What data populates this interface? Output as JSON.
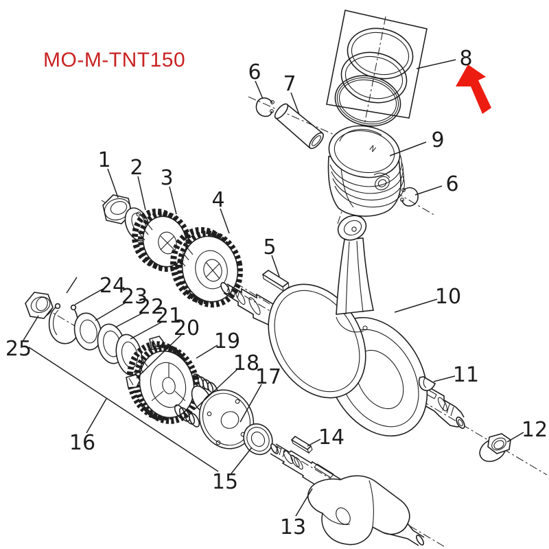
{
  "title": {
    "text": "MO-M-TNT150",
    "color": "#c92222"
  },
  "diagram": {
    "type": "exploded parts diagram",
    "highlighted_part_label": "8",
    "arrow_color": "#ed1c11",
    "line_color": "#1f1f1f",
    "background": "#ffffff"
  },
  "piston_mark": "N",
  "labels": [
    {
      "text": "1"
    },
    {
      "text": "2"
    },
    {
      "text": "3"
    },
    {
      "text": "4"
    },
    {
      "text": "5"
    },
    {
      "text": "6"
    },
    {
      "text": "7"
    },
    {
      "text": "8"
    },
    {
      "text": "9"
    },
    {
      "text": "6"
    },
    {
      "text": "10"
    },
    {
      "text": "11"
    },
    {
      "text": "12"
    },
    {
      "text": "13"
    },
    {
      "text": "14"
    },
    {
      "text": "15"
    },
    {
      "text": "16"
    },
    {
      "text": "17"
    },
    {
      "text": "18"
    },
    {
      "text": "19"
    },
    {
      "text": "20"
    },
    {
      "text": "21"
    },
    {
      "text": "22"
    },
    {
      "text": "23"
    },
    {
      "text": "24"
    },
    {
      "text": "25"
    }
  ]
}
